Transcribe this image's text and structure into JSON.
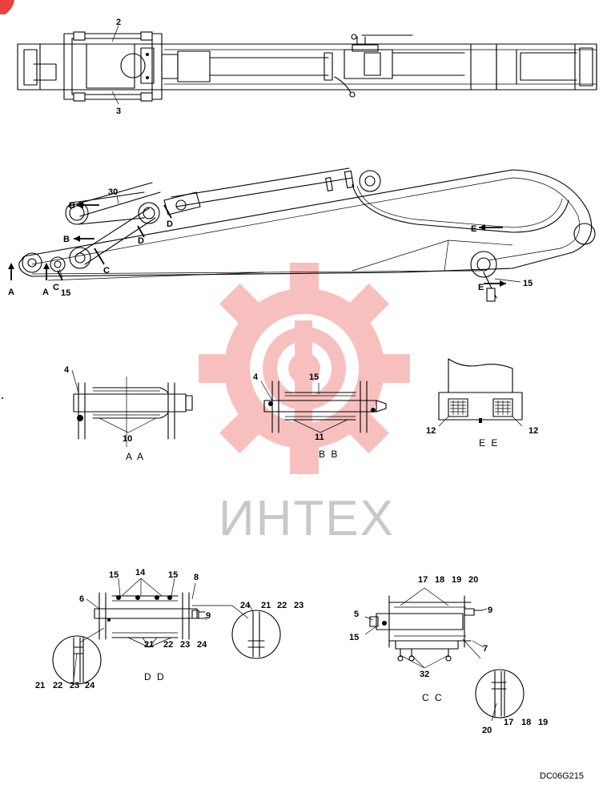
{
  "watermark": {
    "text": "ИНТЕХ",
    "color": "#e8433f"
  },
  "drawing_code": "DC06G215",
  "top_view": {
    "callouts": [
      "2",
      "3"
    ]
  },
  "side_view": {
    "callouts": [
      "30",
      "15",
      "15"
    ],
    "markers": [
      "B",
      "B",
      "D",
      "D",
      "C",
      "C",
      "A",
      "A",
      "E",
      "E"
    ]
  },
  "sections": {
    "aa": {
      "title": "A A",
      "callouts": [
        "4",
        "10"
      ]
    },
    "bb": {
      "title": "B B",
      "callouts": [
        "4",
        "15",
        "11"
      ]
    },
    "ee": {
      "title": "E E",
      "callouts": [
        "12",
        "12"
      ]
    },
    "dd": {
      "title": "D D",
      "callouts": [
        "15",
        "14",
        "15",
        "8",
        "6",
        "9",
        "21",
        "22",
        "23",
        "24"
      ],
      "detail_top": [
        "24",
        "21",
        "22",
        "23"
      ],
      "detail_bottom": [
        "21",
        "22",
        "23",
        "24"
      ]
    },
    "cc": {
      "title": "C C",
      "callouts": [
        "17",
        "18",
        "19",
        "20",
        "5",
        "9",
        "15",
        "7",
        "32"
      ],
      "detail_bottom": [
        "20",
        "17",
        "18",
        "19"
      ]
    }
  }
}
